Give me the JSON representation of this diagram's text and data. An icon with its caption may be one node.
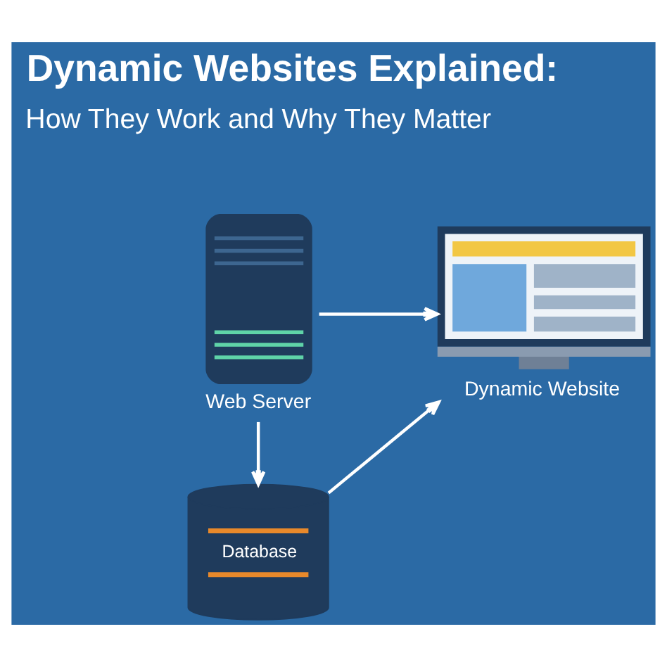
{
  "diagram": {
    "title": "Dynamic Websites Explained:",
    "nodes": [
      {
        "text": [
          "Web Server"
        ]
      },
      {
        "text": [
          "Dynamic Website"
        ]
      },
      {
        "text": [
          "Database"
        ]
      }
    ],
    "edges": [
      {
        "from": 0,
        "to": 1,
        "arrow": "to"
      },
      {
        "from": 0,
        "to": 2,
        "arrow": "to"
      },
      {
        "from": 2,
        "to": 1,
        "arrow": "to"
      }
    ],
    "labels": [
      "How They Work and Why They Matter"
    ]
  }
}
